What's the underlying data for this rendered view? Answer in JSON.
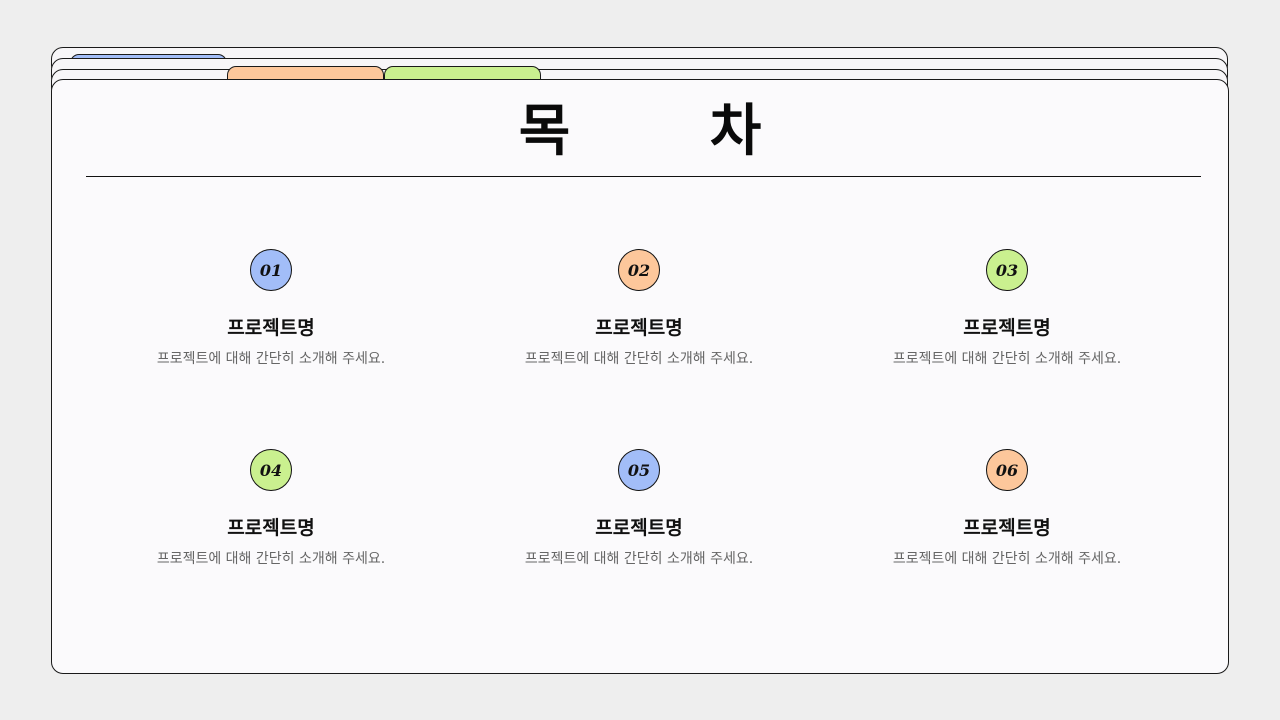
{
  "slide": {
    "title": "목 차",
    "tabs": [
      {
        "color": "#a2bdf8"
      },
      {
        "color": "#fdc79b"
      },
      {
        "color": "#caf08f"
      }
    ],
    "items": [
      {
        "number": "01",
        "title": "프로젝트명",
        "description": "프로젝트에 대해 간단히 소개해 주세요.",
        "color": "#a2bdf8"
      },
      {
        "number": "02",
        "title": "프로젝트명",
        "description": "프로젝트에 대해 간단히 소개해 주세요.",
        "color": "#fdc79b"
      },
      {
        "number": "03",
        "title": "프로젝트명",
        "description": "프로젝트에 대해 간단히 소개해 주세요.",
        "color": "#caf08f"
      },
      {
        "number": "04",
        "title": "프로젝트명",
        "description": "프로젝트에 대해 간단히 소개해 주세요.",
        "color": "#caf08f"
      },
      {
        "number": "05",
        "title": "프로젝트명",
        "description": "프로젝트에 대해 간단히 소개해 주세요.",
        "color": "#a2bdf8"
      },
      {
        "number": "06",
        "title": "프로젝트명",
        "description": "프로젝트에 대해 간단히 소개해 주세요.",
        "color": "#fdc79b"
      }
    ]
  }
}
